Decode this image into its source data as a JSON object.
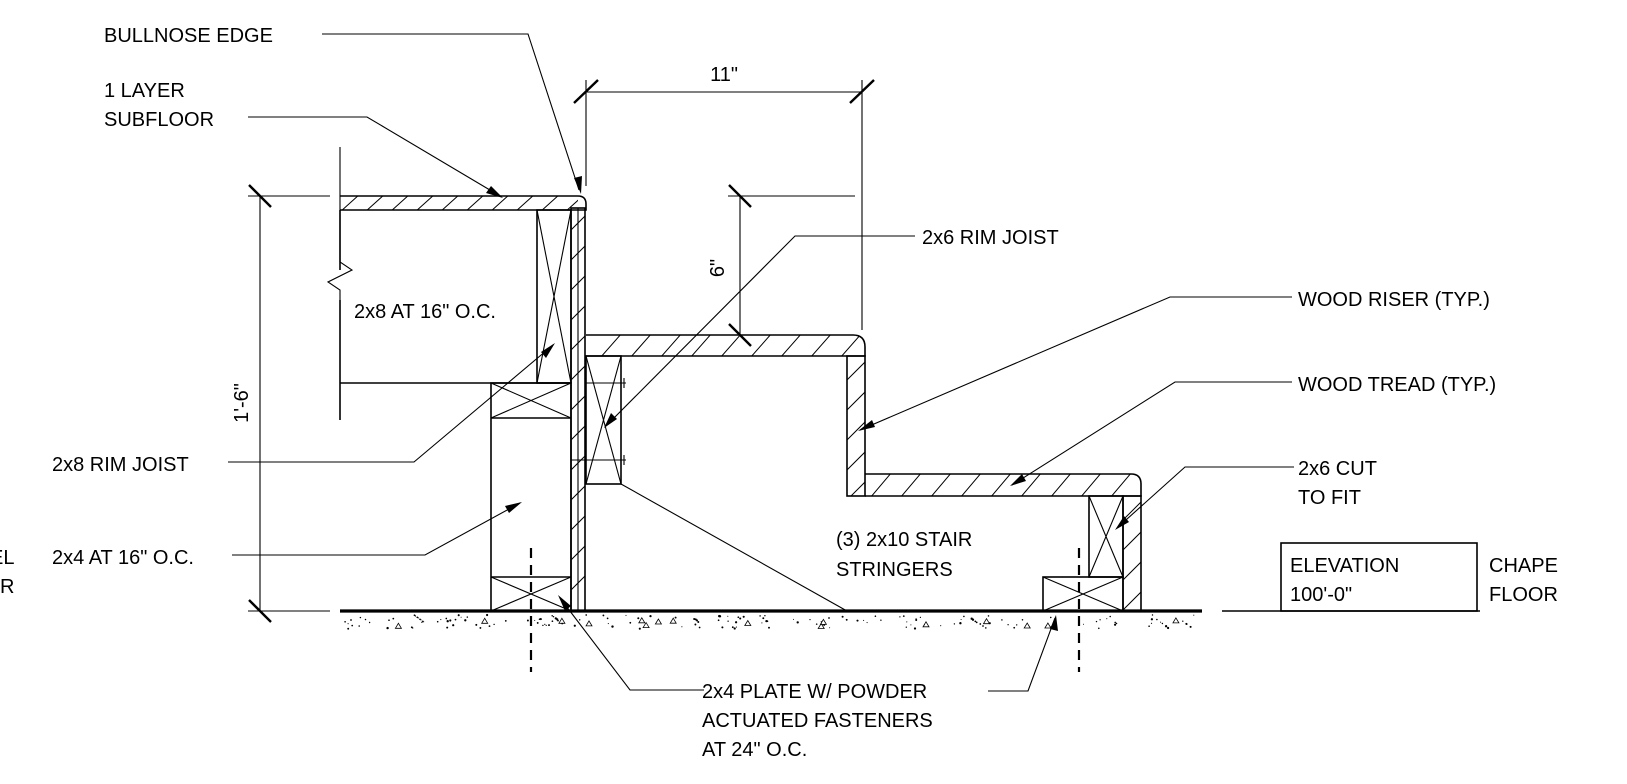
{
  "drawing": {
    "labels": {
      "bullnose_edge": "BULLNOSE EDGE",
      "subfloor_line1": "1 LAYER",
      "subfloor_line2": "SUBFLOOR",
      "joist_2x8": "2x8 AT 16\" O.C.",
      "rim_joist_2x8": "2x8 RIM JOIST",
      "studs_2x4": "2x4 AT 16\" O.C.",
      "rim_joist_2x6": "2x6 RIM JOIST",
      "wood_riser": "WOOD RISER (TYP.)",
      "wood_tread": "WOOD TREAD (TYP.)",
      "cut_line1": "2x6 CUT",
      "cut_line2": "TO FIT",
      "stringers_line1": "(3) 2x10 STAIR",
      "stringers_line2": "STRINGERS",
      "plate_line1": "2x4 PLATE W/ POWDER",
      "plate_line2": "ACTUATED FASTENERS",
      "plate_line3": "AT 24\" O.C.",
      "left_edge_line1": "EL",
      "left_edge_line2": "R"
    },
    "dimensions": {
      "tread_run": "11\"",
      "riser_height": "6\"",
      "total_rise": "1'-6\""
    },
    "elevation_tag": {
      "line1": "ELEVATION",
      "line2": "100'-0\"",
      "side_line1": "CHAPE",
      "side_line2": "FLOOR"
    }
  }
}
